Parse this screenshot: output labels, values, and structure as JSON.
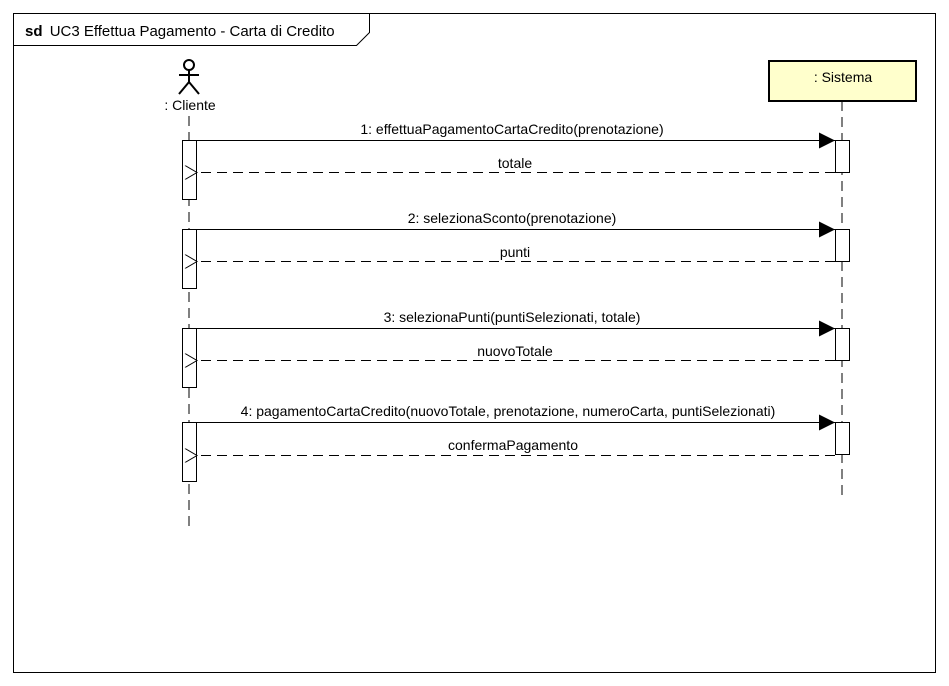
{
  "diagram": {
    "frame": {
      "keyword": "sd",
      "title": "UC3 Effettua Pagamento - Carta di Credito"
    },
    "actor": {
      "label": ": Cliente",
      "icon": "stick-figure-icon"
    },
    "system": {
      "label": ": Sistema",
      "fill": "#FFFFCC",
      "border": "#000000"
    },
    "interactions": [
      {
        "call": "1: effettuaPagamentoCartaCredito(prenotazione)",
        "reply": "totale"
      },
      {
        "call": "2: selezionaSconto(prenotazione)",
        "reply": "punti"
      },
      {
        "call": "3: selezionaPunti(puntiSelezionati, totale)",
        "reply": "nuovoTotale"
      },
      {
        "call": "4: pagamentoCartaCredito(nuovoTotale, prenotazione, numeroCarta, puntiSelezionati)",
        "reply": "confermaPagamento"
      }
    ]
  }
}
